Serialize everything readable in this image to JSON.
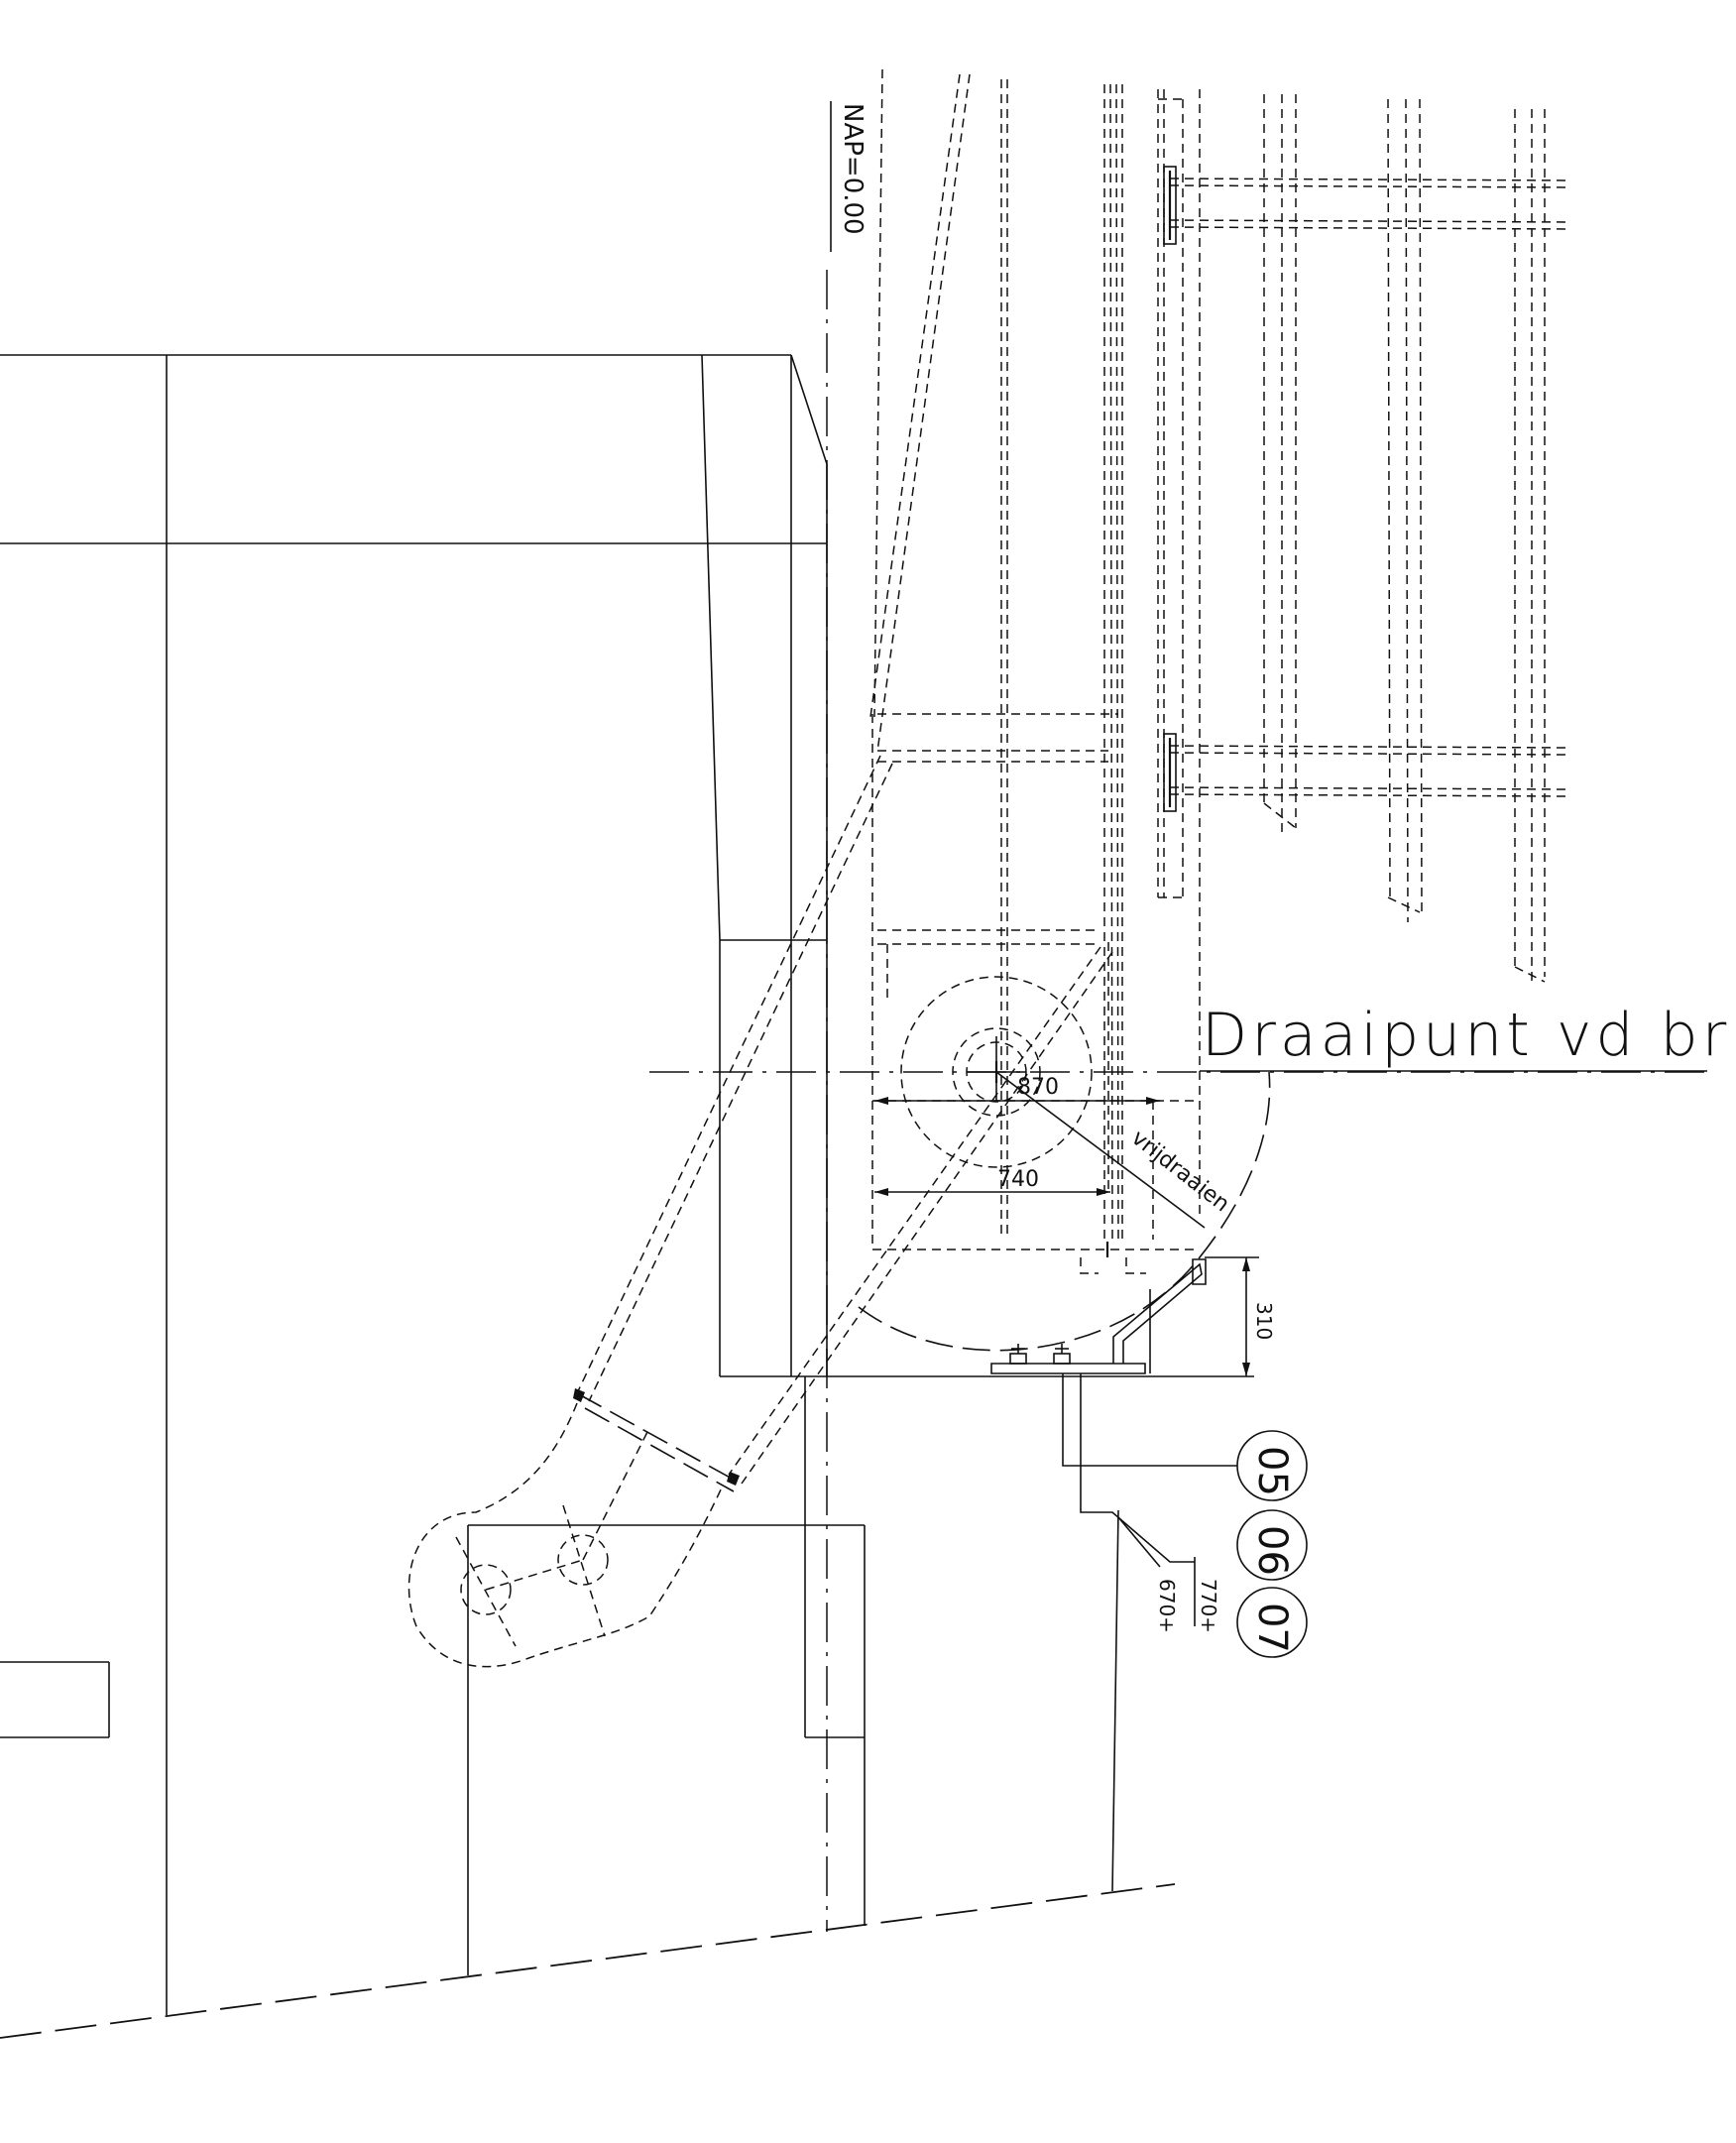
{
  "drawing": {
    "nap_label": "NAP=0.00",
    "pivot_label": "Draaipunt vd brug",
    "clearance_label": "vrijdraaien",
    "dimensions": {
      "d870": "870",
      "d740": "740",
      "d310": "310",
      "d770": "770+",
      "d670": "670+"
    },
    "callouts": [
      "05",
      "06",
      "07"
    ]
  }
}
